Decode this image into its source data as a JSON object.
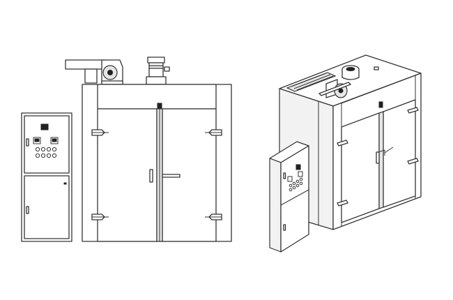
{
  "diagram": {
    "views": [
      {
        "view": "front",
        "components": [
          "blower",
          "motor",
          "cabinet",
          "left-door",
          "right-door",
          "control-panel"
        ]
      },
      {
        "view": "isometric",
        "components": [
          "blower",
          "motor",
          "cabinet",
          "doors",
          "control-panel"
        ]
      }
    ],
    "line_color": "#333333",
    "background": "#ffffff"
  }
}
